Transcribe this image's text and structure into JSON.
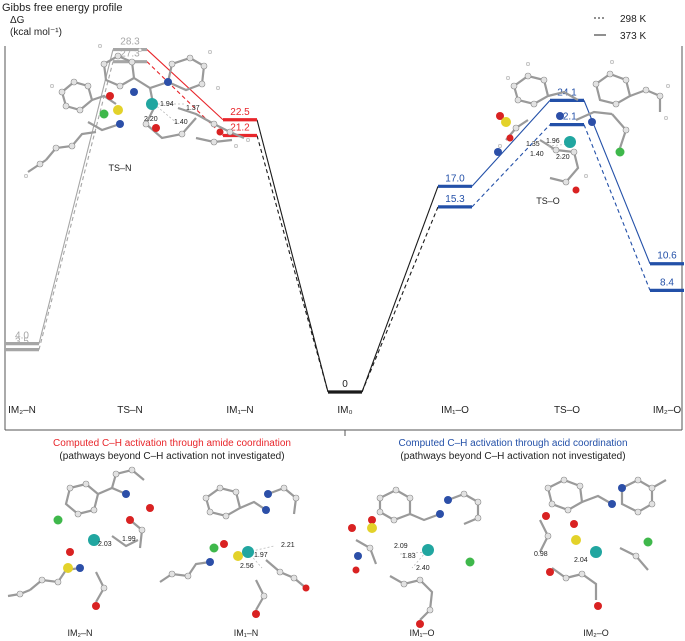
{
  "header": {
    "title": "Gibbs free energy profile",
    "axis_symbol": "ΔG",
    "axis_unit": "(kcal mol⁻¹)"
  },
  "legend": {
    "dashed_label": "298 K",
    "solid_label": "373 K",
    "placement": "top-right"
  },
  "colors": {
    "gray": "#a6a6a6",
    "red": "#e8262b",
    "blue": "#2350a8",
    "black": "#1a1a1a",
    "frame": "#555555"
  },
  "chart_data": {
    "type": "energy-profile",
    "y_label": "ΔG (kcal mol⁻¹)",
    "legend": [
      {
        "style": "dashed",
        "label": "298 K"
      },
      {
        "style": "solid",
        "label": "373 K"
      }
    ],
    "states": [
      {
        "id": "IM2-N",
        "label": "IM₂–N",
        "color": "gray",
        "g298": 3.5,
        "g373": 4.0,
        "t298": "3.5",
        "t373": "4.0"
      },
      {
        "id": "TS-N",
        "label": "TS–N",
        "color": "gray",
        "g298": 27.3,
        "g373": 28.3,
        "t298": "27.3",
        "t373": "28.3"
      },
      {
        "id": "IM1-N",
        "label": "IM₁–N",
        "color": "red",
        "g298": 21.2,
        "g373": 22.5,
        "t298": "21.2",
        "t373": "22.5"
      },
      {
        "id": "IM0",
        "label": "IM₀",
        "color": "black",
        "g298": 0,
        "g373": 0,
        "t298": "",
        "t373": "0"
      },
      {
        "id": "IM1-O",
        "label": "IM₁–O",
        "color": "blue",
        "g298": 15.3,
        "g373": 17.0,
        "t298": "15.3",
        "t373": "17.0"
      },
      {
        "id": "TS-O",
        "label": "TS–O",
        "color": "blue",
        "g298": 22.1,
        "g373": 24.1,
        "t298": "22.1",
        "t373": "24.1"
      },
      {
        "id": "IM2-O",
        "label": "IM₂–O",
        "color": "blue",
        "g298": 8.4,
        "g373": 10.6,
        "t298": "8.4",
        "t373": "10.6"
      }
    ],
    "connectors": [
      {
        "from": 0,
        "to": 1,
        "color": "gray"
      },
      {
        "from": 1,
        "to": 2,
        "color": "red"
      },
      {
        "from": 2,
        "to": 3,
        "color": "black"
      },
      {
        "from": 3,
        "to": 4,
        "color": "black"
      },
      {
        "from": 4,
        "to": 5,
        "color": "blue"
      },
      {
        "from": 5,
        "to": 6,
        "color": "blue"
      }
    ]
  },
  "structures_top": [
    {
      "id": "ts-n",
      "label": "TS–N",
      "distances": [
        "1.94",
        "1.37",
        "2.20",
        "1.40"
      ]
    },
    {
      "id": "ts-o",
      "label": "TS–O",
      "distances": [
        "1.35",
        "1.96",
        "1.40",
        "2.20"
      ]
    }
  ],
  "captions": {
    "amide_title": "Computed C–H activation through amide coordination",
    "amide_note": "(pathways beyond C–H activation not investigated)",
    "acid_title": "Computed C–H activation through acid coordination",
    "acid_note": "(pathways beyond C–H activation not investigated)"
  },
  "structures_bottom": [
    {
      "id": "im2-n",
      "label": "IM₂–N",
      "distances": [
        "2.03",
        "1.99"
      ]
    },
    {
      "id": "im1-n",
      "label": "IM₁–N",
      "distances": [
        "1.97",
        "2.21",
        "2.56"
      ]
    },
    {
      "id": "im1-o",
      "label": "IM₁–O",
      "distances": [
        "2.09",
        "1.83",
        "2.40"
      ]
    },
    {
      "id": "im2-o",
      "label": "IM₂–O",
      "distances": [
        "0.98",
        "2.04"
      ]
    }
  ]
}
